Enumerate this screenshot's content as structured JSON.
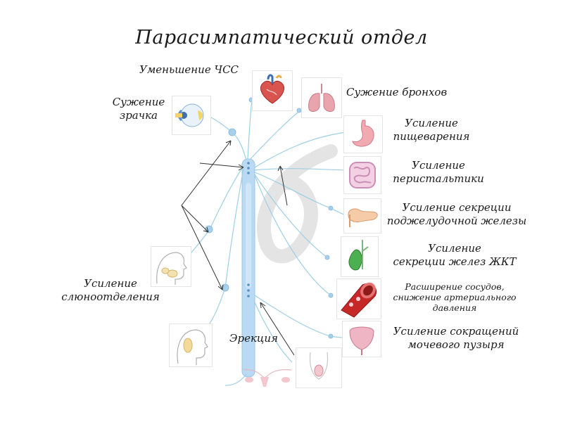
{
  "title": "Парасимпатический отдел",
  "labels": {
    "heart_rate": "Уменьшение ЧСС",
    "pupil_1": "Сужение",
    "pupil_2": "зрачка",
    "bronchi": "Сужение бронхов",
    "digestion_1": "Усиление",
    "digestion_2": "пищеварения",
    "peristalsis_1": "Усиление",
    "peristalsis_2": "перистальтики",
    "pancreas_1": "Усиление секреции",
    "pancreas_2": "поджелудочной железы",
    "git_1": "Усиление",
    "git_2": "секреции желез ЖКТ",
    "vessels_1": "Расширение сосудов,",
    "vessels_2": "снижение артериального",
    "vessels_3": "давления",
    "saliva_1": "Усиление",
    "saliva_2": "слюноотделения",
    "erection": "Эрекция",
    "bladder_1": "Усиление сокращений",
    "bladder_2": "мочевого пузыря"
  },
  "colors": {
    "nerve": "#9ecfe6",
    "spine": "#b9daf2",
    "spine_dots": "#5a8fc0",
    "heart": "#c0392b",
    "lungs": "#e8a0aa",
    "stomach": "#f1a9b2",
    "intestine": "#e7b3d3",
    "pancreas": "#f3c8a6",
    "gallbladder": "#4caf50",
    "vessel": "#b71c1c",
    "bladder": "#f0b5c4",
    "eye": "#5b8fc7",
    "watermark": "#e2e2e2"
  }
}
